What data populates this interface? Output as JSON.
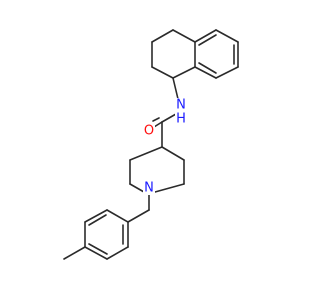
{
  "molecule": {
    "atom_labels": {
      "oxygen": "O",
      "amide_nitrogen": "N",
      "amide_hydrogen": "H",
      "piperidine_nitrogen": "N"
    },
    "colors": {
      "bond": "#2b2b2b",
      "carbon": "#2b2b2b",
      "nitrogen": "#1a1aff",
      "oxygen": "#ff0d0d",
      "background": "#ffffff"
    }
  }
}
